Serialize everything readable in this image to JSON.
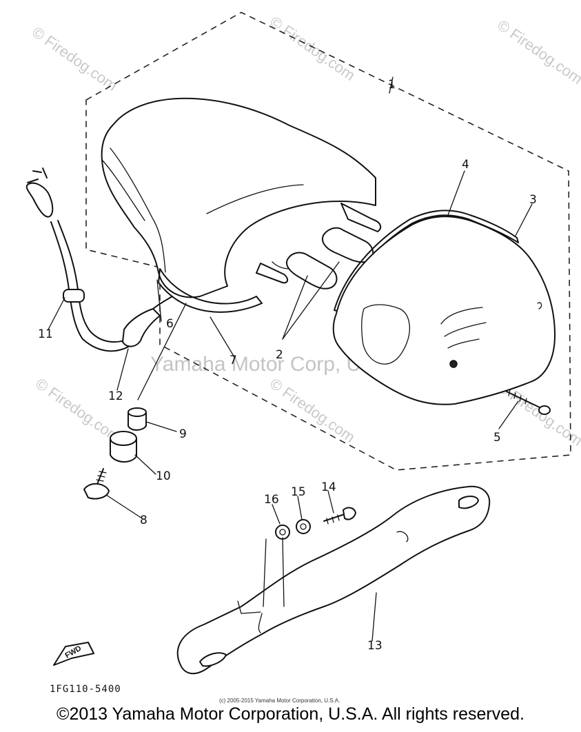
{
  "watermarks": {
    "site": "© Firedog.com",
    "owner": "Yamaha Motor Corp, U.S.A."
  },
  "callouts": [
    "1",
    "2",
    "3",
    "4",
    "5",
    "6",
    "7",
    "8",
    "9",
    "10",
    "11",
    "12",
    "13",
    "14",
    "15",
    "16"
  ],
  "fwd_label": "FWD",
  "part_code": "1FG110-5400",
  "small_copyright": "(c) 2005-2015 Yamaha Motor Corporation, U.S.A.",
  "footer_copyright": "©2013 Yamaha Motor Corporation, U.S.A. All rights reserved.",
  "colors": {
    "line": "#111111",
    "watermark": "#c9c9c9",
    "background": "#ffffff"
  }
}
